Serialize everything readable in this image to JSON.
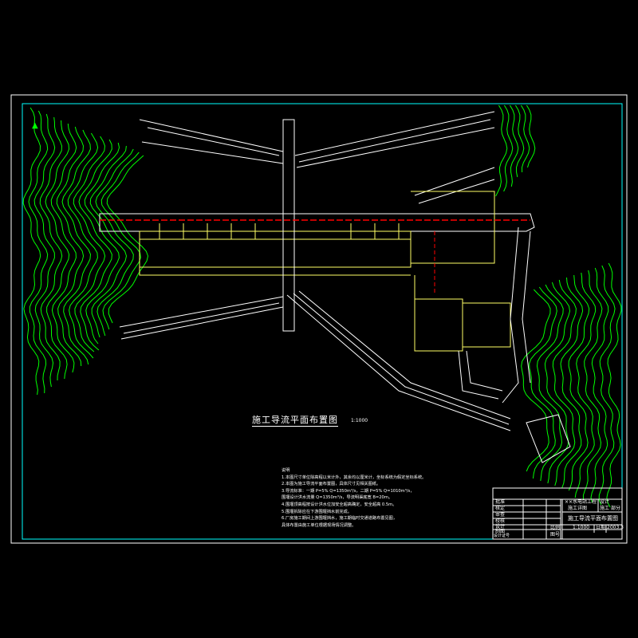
{
  "drawing": {
    "title": "施工导流平面布置图",
    "scale": "1:1000",
    "colors": {
      "background": "#000000",
      "contour": "#00ff00",
      "structure": "#ffff66",
      "axis": "#ff0000",
      "frame": "#ffffff",
      "border": "#00ffff"
    }
  },
  "notes": {
    "heading": "说明",
    "items": [
      "1.本图尺寸单位除高程以米计外，其余均以厘米计，坐标系统为假定坐标系统。",
      "2.本图为施工导流平面布置图，具体尺寸见相关图纸。",
      "3.导流标准：一期 P=5% Q=1350m³/s，二期 P=5% Q=1010m³/s，",
      "   围堰设计洪水流量 Q=1350m³/s，导流明渠底宽 B=20m。",
      "4.围堰顶高程按设计洪水位加安全超高确定，安全超高 0.5m。",
      "5.围堰拆除应在下游围堰挡水前完成。",
      "6.厂房施工期间上游围堰挡水，施工期临时交通道路布置见图，",
      "   具体布置由施工单位根据现场情况调整。"
    ]
  },
  "title_block": {
    "rows": [
      "批准",
      "核定",
      "审查",
      "校核",
      "设计",
      "制图",
      "设计证号"
    ],
    "project": "××水电站工程",
    "stage": "施工详图",
    "discipline_label": "设计",
    "discipline": "施工",
    "part_label": "部分",
    "drawing_name": "施工导流平面布置图",
    "scale_label": "比例",
    "scale": "1:1000",
    "date_label": "日期",
    "date": "2003.3",
    "number_label": "图号"
  }
}
